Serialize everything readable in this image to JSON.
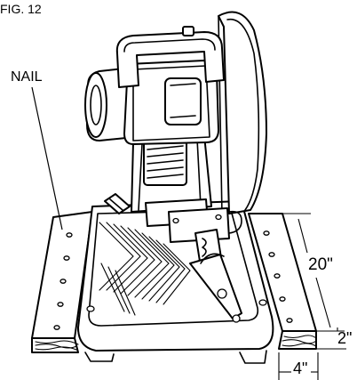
{
  "figure": {
    "label": "FIG. 12"
  },
  "labels": {
    "nail": "NAIL",
    "dim_length": "20\"",
    "dim_thickness": "2\"",
    "dim_width": "4\""
  }
}
